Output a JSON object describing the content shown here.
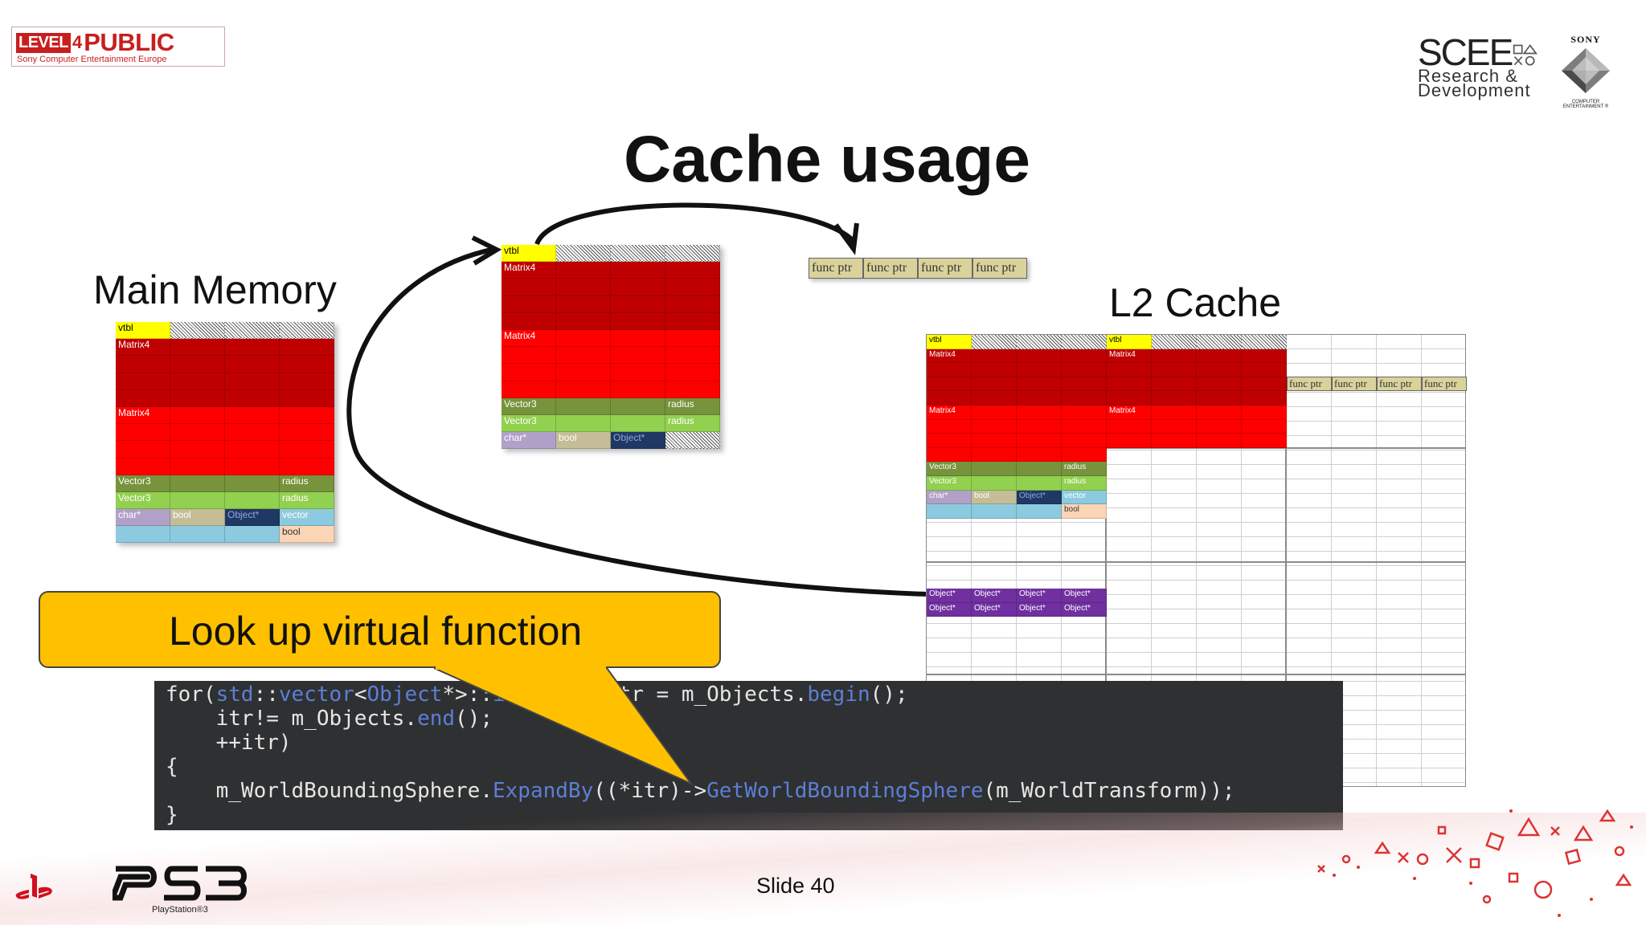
{
  "badge": {
    "level": "LEVEL",
    "num": "4",
    "public": "PUBLIC",
    "sub": "Sony Computer Entertainment Europe"
  },
  "scee": {
    "name": "SCEE",
    "line1": "Research &",
    "line2": "Development"
  },
  "sony": {
    "name": "SONY",
    "small1": "COMPUTER",
    "small2": "ENTERTAINMENT ®"
  },
  "title": "Cache usage",
  "labels": {
    "main_memory": "Main Memory",
    "l2_cache": "L2 Cache"
  },
  "cells": {
    "vtbl": "vtbl",
    "matrix4": "Matrix4",
    "vector3": "Vector3",
    "radius": "radius",
    "char_ptr": "char*",
    "bool": "bool",
    "object_ptr": "Object*",
    "vector": "vector",
    "func_ptr": "func ptr"
  },
  "callout": "Look up virtual function",
  "code": {
    "line1": "for(std::vector<Object*>::iterator itr = m_Objects.begin();",
    "line2": "    itr!= m_Objects.end();",
    "line3": "    ++itr)",
    "line4": "{",
    "line5": "    m_WorldBoundingSphere.ExpandBy((*itr)->GetWorldBoundingSphere(m_WorldTransform));",
    "line6": "}"
  },
  "slide": "Slide 40",
  "footer": {
    "ps3": "PS3",
    "ps3_sub": "PlayStation®3"
  },
  "colors": {
    "callout": "#ffc000",
    "matrix_dark": "#c00000",
    "matrix": "#ff0000",
    "vtbl": "#ffff00",
    "code_bg": "#2f3031"
  }
}
